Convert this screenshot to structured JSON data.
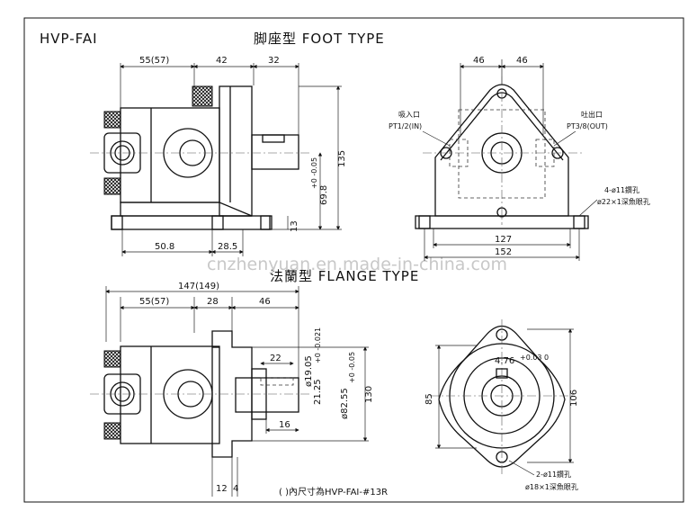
{
  "model_label": "HVP-FAI",
  "foot_title": "脚座型 FOOT TYPE",
  "flange_title": "法蘭型 FLANGE TYPE",
  "watermark": "cnzhenyuan.en.made-in-china.com",
  "foot_view": {
    "dim_55_57": "55(57)",
    "dim_42": "42",
    "dim_32": "32",
    "dim_135": "135",
    "dim_69_8": "69.8",
    "dim_69_8_tol": "+0 -0.05",
    "dim_13": "13",
    "dim_50_8": "50.8",
    "dim_28_5": "28.5"
  },
  "foot_end_view": {
    "dim_46_left": "46",
    "dim_46_right": "46",
    "inlet_label": "吸入口",
    "inlet_port": "PT1/2(IN)",
    "outlet_label": "吐出口",
    "outlet_port": "PT3/8(OUT)",
    "hole_note_1": "4-ø11鑽孔",
    "hole_note_2": "ø22×1深魚眼孔",
    "dim_127": "127",
    "dim_152": "152"
  },
  "flange_view": {
    "dim_147_149": "147(149)",
    "dim_55_57": "55(57)",
    "dim_28": "28",
    "dim_46": "46",
    "dim_22": "22",
    "dim_19_05": "ø19.05",
    "dim_19_05_tol": "+0 -0.021",
    "dim_82_55": "ø82.55",
    "dim_82_55_tol": "+0 -0.05",
    "dim_21_25": "21.25",
    "dim_130": "130",
    "dim_16": "16",
    "dim_12": "12",
    "dim_4": "4",
    "footnote": "( )內尺寸為HVP-FAI-#13R"
  },
  "flange_end_view": {
    "dim_85": "85",
    "dim_106": "106",
    "dim_4_76": "4.76",
    "dim_4_76_tol": "+0.03 0",
    "hole_note_1": "2-ø11鑽孔",
    "hole_note_2": "ø18×1深魚眼孔"
  }
}
